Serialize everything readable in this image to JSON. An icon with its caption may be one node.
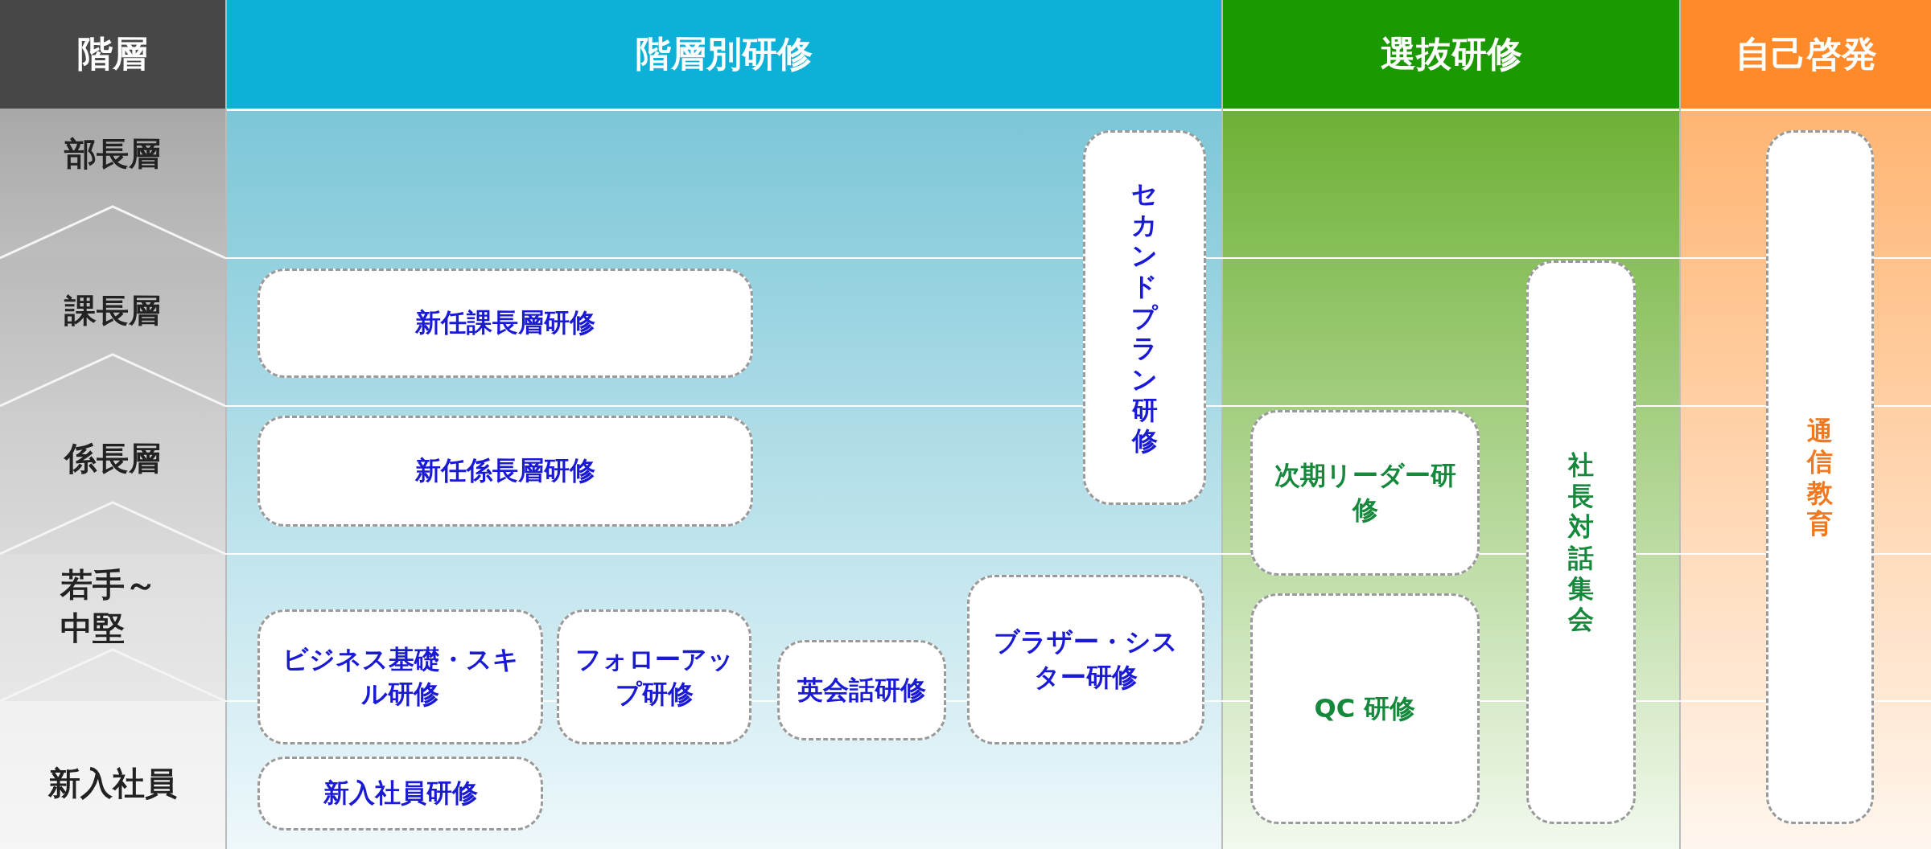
{
  "diagram": {
    "nodes": [
      {
        "text": [
          "階層"
        ]
      },
      {
        "text": [
          "部長層"
        ]
      },
      {
        "text": [
          "課長層"
        ]
      },
      {
        "text": [
          "係長層"
        ]
      },
      {
        "text": [
          "若手～中堅"
        ]
      },
      {
        "text": [
          "新入社員"
        ]
      },
      {
        "text": [
          "階層別研修"
        ]
      },
      {
        "text": [
          "選抜研修"
        ]
      },
      {
        "text": [
          "自己啓発"
        ]
      },
      {
        "text": [
          "新任課長層研修"
        ],
        "in": 6
      },
      {
        "text": [
          "新任係長層研修"
        ],
        "in": 6
      },
      {
        "text": [
          "セカンドプラン研修"
        ],
        "in": 6
      },
      {
        "text": [
          "ビジネス基礎・スキル研修"
        ],
        "in": 6
      },
      {
        "text": [
          "フォローアップ研修"
        ],
        "in": 6
      },
      {
        "text": [
          "英会話研修"
        ],
        "in": 6
      },
      {
        "text": [
          "ブラザー・シスター研修"
        ],
        "in": 6
      },
      {
        "text": [
          "新入社員研修"
        ],
        "in": 6
      },
      {
        "text": [
          "次期リーダー研修"
        ],
        "in": 7
      },
      {
        "text": [
          "QC 研修"
        ],
        "in": 7
      },
      {
        "text": [
          "社長対話集会"
        ],
        "in": 7
      },
      {
        "text": [
          "通信教育"
        ],
        "in": 8
      }
    ],
    "edges": []
  }
}
